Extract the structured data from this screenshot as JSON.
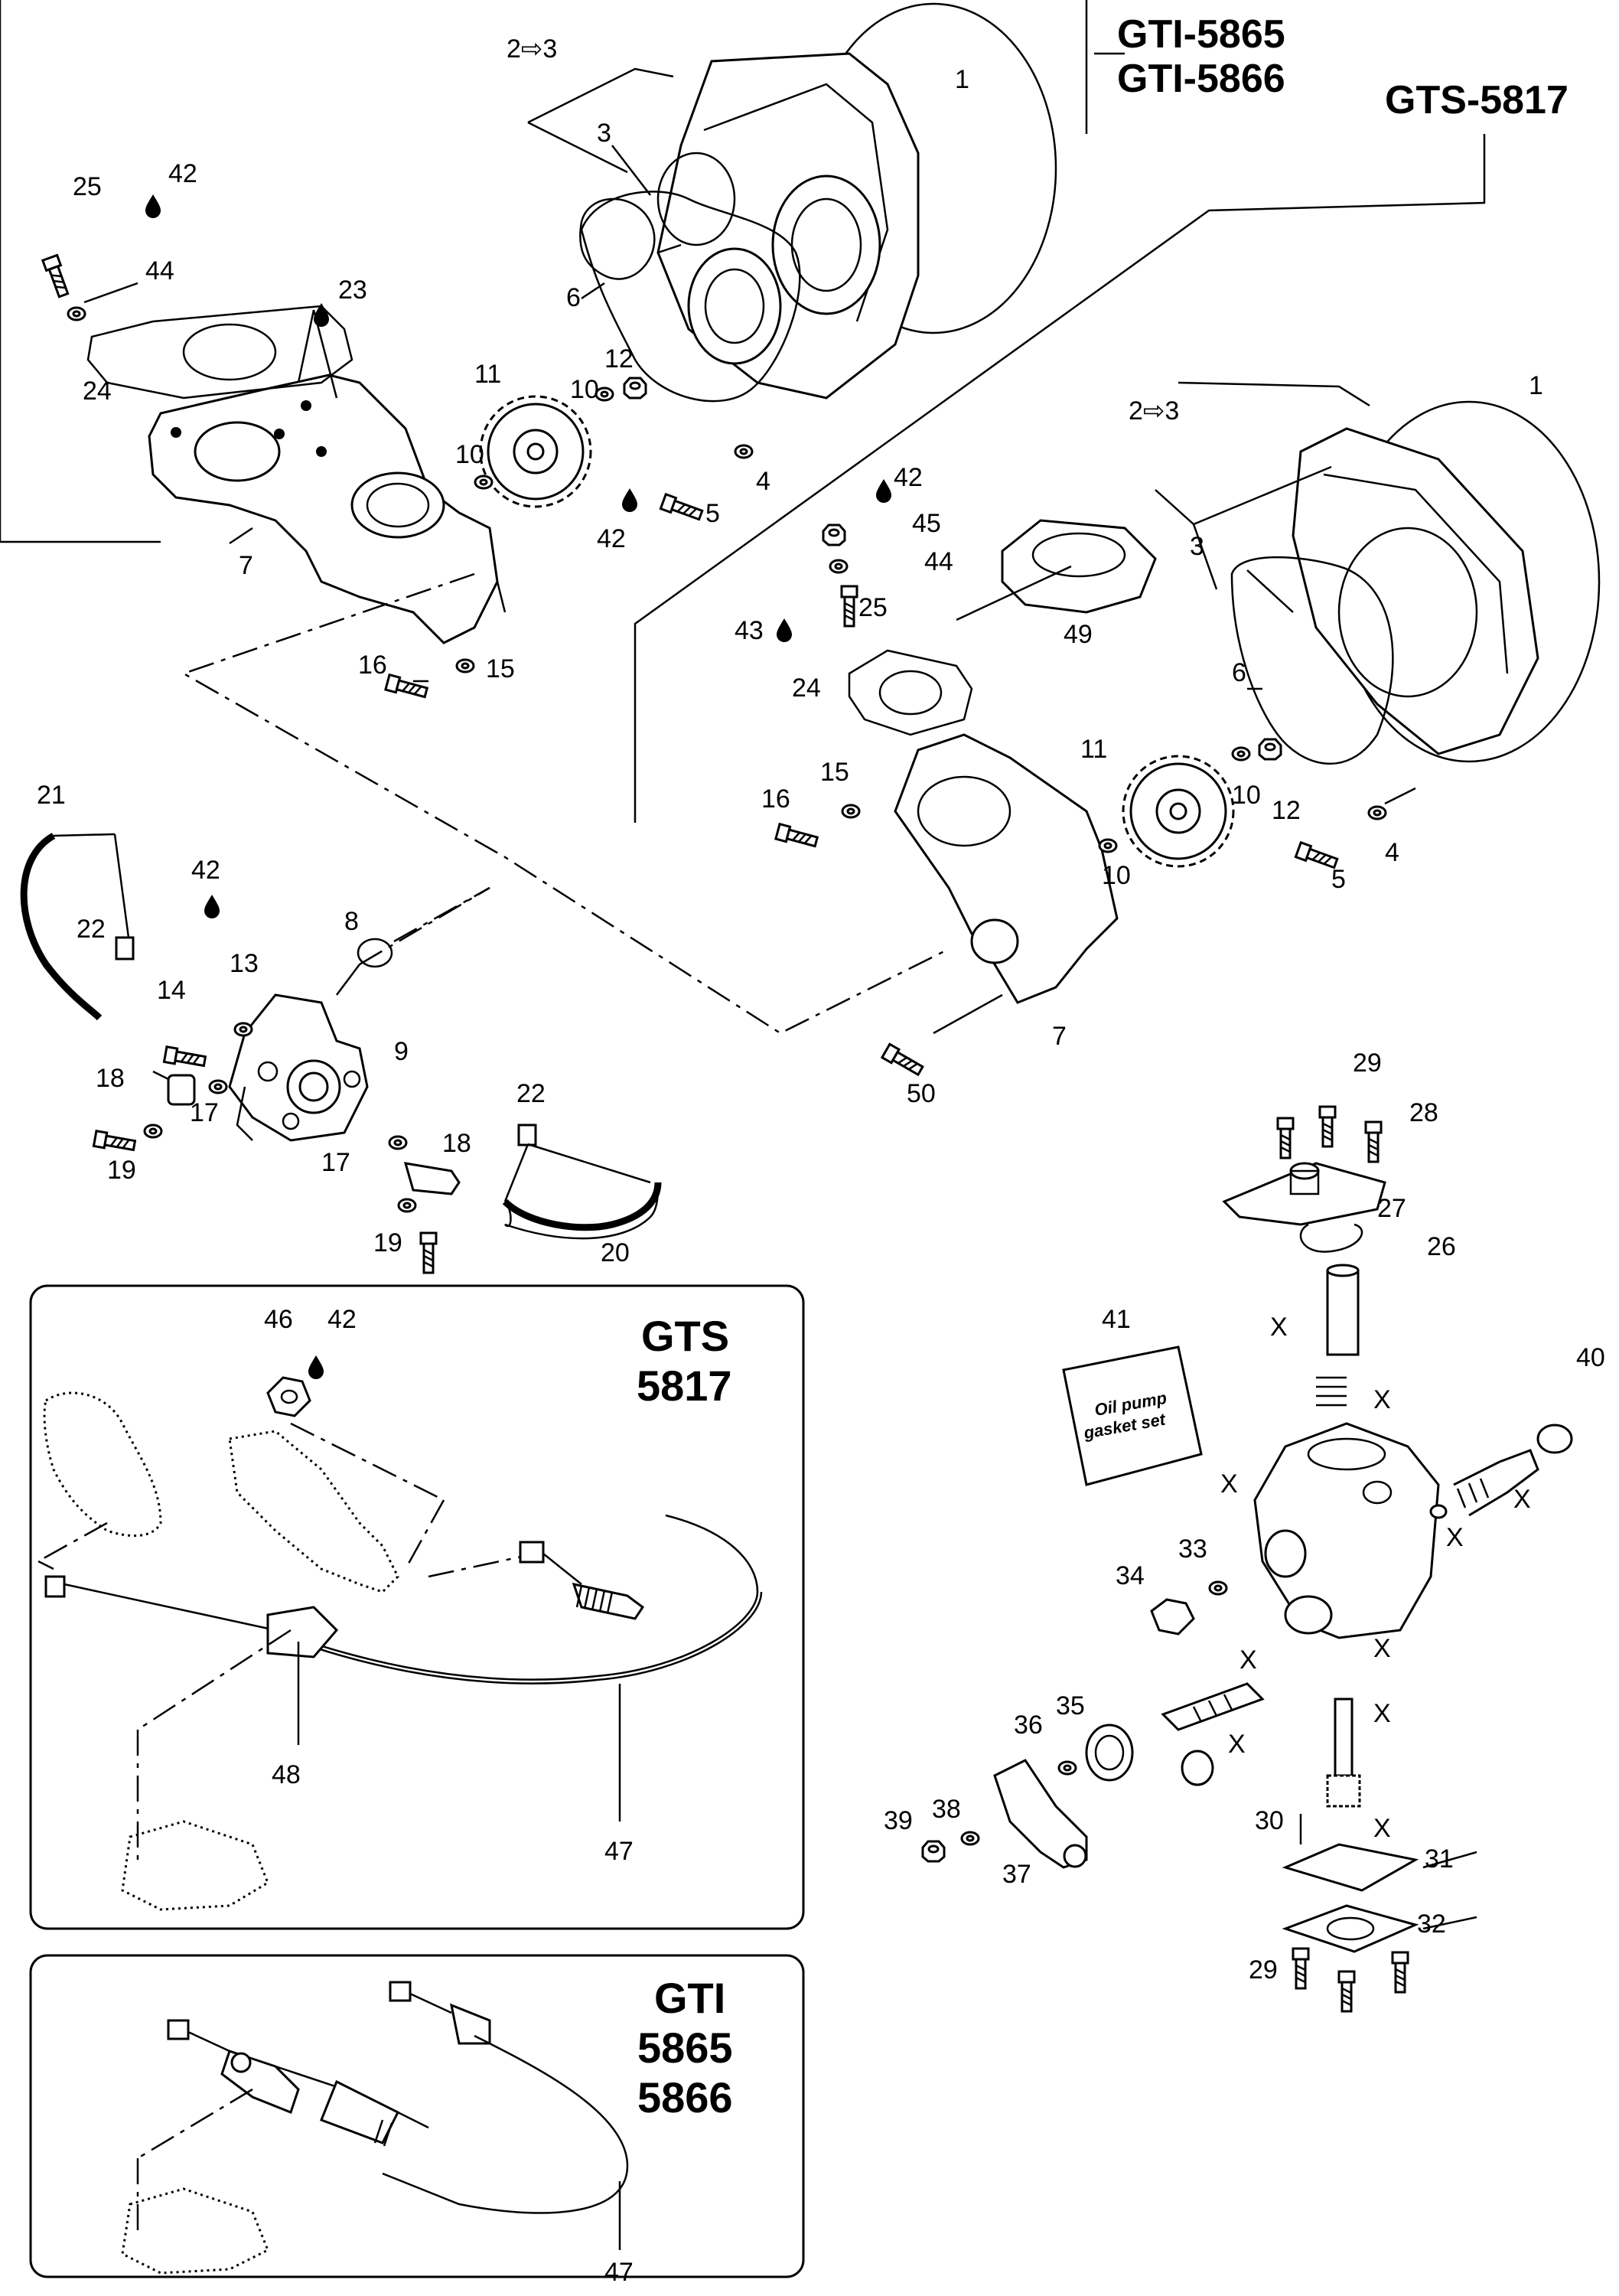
{
  "models": {
    "gti_a": "GTI-5865",
    "gti_b": "GTI-5866",
    "gts": "GTS-5817"
  },
  "boxes": {
    "gts_line1": "GTS",
    "gts_line2": "5817",
    "gti_line1": "GTI",
    "gti_line2": "5865",
    "gti_line3": "5866"
  },
  "gasket_card": {
    "line1": "Oil pump",
    "line2": "gasket set"
  },
  "glue_symbol": "glue-drop-icon",
  "callouts": [
    {
      "id": "c1",
      "text": "1"
    },
    {
      "id": "c2",
      "text": "2⇨3"
    },
    {
      "id": "c3",
      "text": "3"
    },
    {
      "id": "c4",
      "text": "4"
    },
    {
      "id": "c5",
      "text": "5"
    },
    {
      "id": "c6",
      "text": "6"
    },
    {
      "id": "c7",
      "text": "7"
    },
    {
      "id": "c8",
      "text": "8"
    },
    {
      "id": "c9",
      "text": "9"
    },
    {
      "id": "c10a",
      "text": "10"
    },
    {
      "id": "c10b",
      "text": "10"
    },
    {
      "id": "c11",
      "text": "11"
    },
    {
      "id": "c12",
      "text": "12"
    },
    {
      "id": "c13",
      "text": "13"
    },
    {
      "id": "c14",
      "text": "14"
    },
    {
      "id": "c15",
      "text": "15"
    },
    {
      "id": "c16",
      "text": "16"
    },
    {
      "id": "c17a",
      "text": "17"
    },
    {
      "id": "c17b",
      "text": "17"
    },
    {
      "id": "c18a",
      "text": "18"
    },
    {
      "id": "c18b",
      "text": "18"
    },
    {
      "id": "c19a",
      "text": "19"
    },
    {
      "id": "c19b",
      "text": "19"
    },
    {
      "id": "c20",
      "text": "20"
    },
    {
      "id": "c21",
      "text": "21"
    },
    {
      "id": "c22a",
      "text": "22"
    },
    {
      "id": "c22b",
      "text": "22"
    },
    {
      "id": "c23",
      "text": "23"
    },
    {
      "id": "c24",
      "text": "24"
    },
    {
      "id": "c25",
      "text": "25"
    },
    {
      "id": "c42a",
      "text": "42"
    },
    {
      "id": "c42b",
      "text": "42"
    },
    {
      "id": "c42c",
      "text": "42"
    },
    {
      "id": "c44",
      "text": "44"
    },
    {
      "id": "r1",
      "text": "1"
    },
    {
      "id": "r2",
      "text": "2⇨3"
    },
    {
      "id": "r3",
      "text": "3"
    },
    {
      "id": "r4",
      "text": "4"
    },
    {
      "id": "r5",
      "text": "5"
    },
    {
      "id": "r6",
      "text": "6"
    },
    {
      "id": "r7",
      "text": "7"
    },
    {
      "id": "r10a",
      "text": "10"
    },
    {
      "id": "r10b",
      "text": "10"
    },
    {
      "id": "r11",
      "text": "11"
    },
    {
      "id": "r12",
      "text": "12"
    },
    {
      "id": "r15",
      "text": "15"
    },
    {
      "id": "r16",
      "text": "16"
    },
    {
      "id": "r24",
      "text": "24"
    },
    {
      "id": "r25",
      "text": "25"
    },
    {
      "id": "r42",
      "text": "42"
    },
    {
      "id": "r43",
      "text": "43"
    },
    {
      "id": "r44",
      "text": "44"
    },
    {
      "id": "r45",
      "text": "45"
    },
    {
      "id": "r49",
      "text": "49"
    },
    {
      "id": "r50",
      "text": "50"
    },
    {
      "id": "p26",
      "text": "26"
    },
    {
      "id": "p27",
      "text": "27"
    },
    {
      "id": "p28",
      "text": "28"
    },
    {
      "id": "p29a",
      "text": "29"
    },
    {
      "id": "p29b",
      "text": "29"
    },
    {
      "id": "p30",
      "text": "30"
    },
    {
      "id": "p31",
      "text": "31"
    },
    {
      "id": "p32",
      "text": "32"
    },
    {
      "id": "p33",
      "text": "33"
    },
    {
      "id": "p34",
      "text": "34"
    },
    {
      "id": "p35",
      "text": "35"
    },
    {
      "id": "p36",
      "text": "36"
    },
    {
      "id": "p37",
      "text": "37"
    },
    {
      "id": "p38",
      "text": "38"
    },
    {
      "id": "p39",
      "text": "39"
    },
    {
      "id": "p40",
      "text": "40"
    },
    {
      "id": "p41",
      "text": "41"
    },
    {
      "id": "px1",
      "text": "X"
    },
    {
      "id": "px2",
      "text": "X"
    },
    {
      "id": "px3",
      "text": "X"
    },
    {
      "id": "px4",
      "text": "X"
    },
    {
      "id": "px5",
      "text": "X"
    },
    {
      "id": "px6",
      "text": "X"
    },
    {
      "id": "px7",
      "text": "X"
    },
    {
      "id": "px8",
      "text": "X"
    },
    {
      "id": "px9",
      "text": "X"
    },
    {
      "id": "px10",
      "text": "X"
    },
    {
      "id": "g46",
      "text": "46"
    },
    {
      "id": "g42",
      "text": "42"
    },
    {
      "id": "g48",
      "text": "48"
    },
    {
      "id": "g47",
      "text": "47"
    },
    {
      "id": "t47",
      "text": "47"
    }
  ]
}
